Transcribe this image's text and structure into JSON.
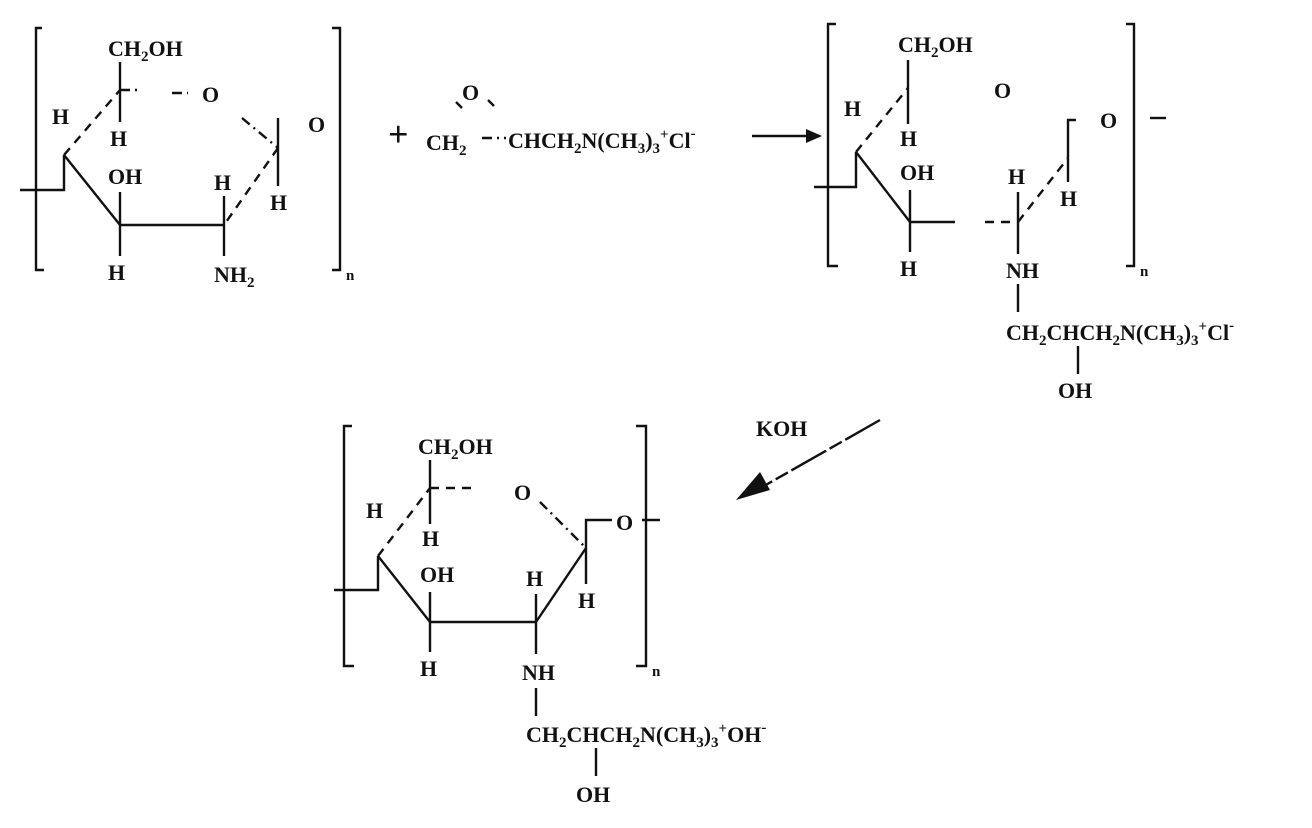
{
  "reactant_chitosan": {
    "ch2oh": [
      "CH",
      "2",
      "OH"
    ],
    "ring_o": "O",
    "link_o": "O",
    "h_left": "H",
    "h_c4": "H",
    "oh": "OH",
    "h_c3": "H",
    "h_c2": "H",
    "h_c1": "H",
    "nh2": [
      "NH",
      "2"
    ],
    "repeat": "n"
  },
  "plus": "+",
  "reagent": {
    "epoxide_o": "O",
    "ch2": [
      "CH",
      "2"
    ],
    "chain": [
      "CHCH",
      "2",
      "N(CH",
      "3",
      ")",
      "3",
      "+",
      "Cl",
      "-"
    ]
  },
  "intermediate": {
    "ch2oh": [
      "CH",
      "2",
      "OH"
    ],
    "ring_o": "O",
    "link_o": "O",
    "h_left": "H",
    "h_c4": "H",
    "oh": "OH",
    "h_c3": "H",
    "h_c2": "H",
    "h_c1": "H",
    "nh": "NH",
    "repeat": "n",
    "side_chain": [
      "CH",
      "2",
      "CHCH",
      "2",
      "N(CH",
      "3",
      ")",
      "3",
      "+",
      "Cl",
      "-"
    ],
    "side_oh": "OH"
  },
  "koh_label": "KOH",
  "product": {
    "ch2oh": [
      "CH",
      "2",
      "OH"
    ],
    "ring_o": "O",
    "link_o": "O",
    "h_left": "H",
    "h_c4": "H",
    "oh": "OH",
    "h_c3": "H",
    "h_c2": "H",
    "h_c1": "H",
    "nh": "NH",
    "repeat": "n",
    "side_chain": [
      "CH",
      "2",
      "CHCH",
      "2",
      "N(CH",
      "3",
      ")",
      "3",
      "+",
      "OH",
      "-"
    ],
    "side_oh": "OH"
  }
}
